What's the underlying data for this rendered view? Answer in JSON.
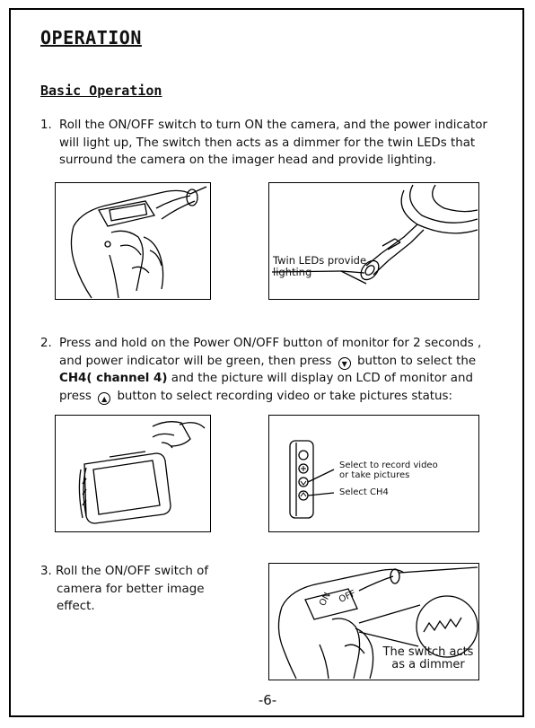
{
  "heading": "OPERATION",
  "subheading": "Basic Operation",
  "step1": {
    "num": "1.",
    "line1": "Roll the ON/OFF switch to turn ON the camera, and the power indicator",
    "line2": "will light up, The switch then acts as a dimmer for the twin LEDs that",
    "line3": "surround the camera on the imager head and provide lighting."
  },
  "step2": {
    "num": "2.",
    "line1": "Press and hold on the Power ON/OFF button of monitor for 2 seconds ,",
    "line2a": "and power indicator will be green, then press",
    "line2b": "button to select the",
    "line3_bold": "CH4( channel 4)",
    "line3_rest": " and the picture will display on LCD of monitor and",
    "line4a": "press",
    "line4b": "button to select recording video or take pictures status:"
  },
  "step3": {
    "line1": "3. Roll the ON/OFF switch of",
    "line2": "camera for better image",
    "line3": "effect."
  },
  "figures": {
    "fig2_caption_1": "Twin LEDs provide",
    "fig2_caption_2": "lighting",
    "fig4_caption_1": "Select to record video",
    "fig4_caption_2": "or take pictures",
    "fig4_caption_3": "Select CH4",
    "fig5_caption_1": "The switch acts",
    "fig5_caption_2": "as a dimmer",
    "fig5_switch_on": "ON",
    "fig5_switch_off": "OFF"
  },
  "icons": {
    "down_button": "down-arrow-button-icon",
    "up_button": "up-arrow-button-icon"
  },
  "page_number": "-6-"
}
